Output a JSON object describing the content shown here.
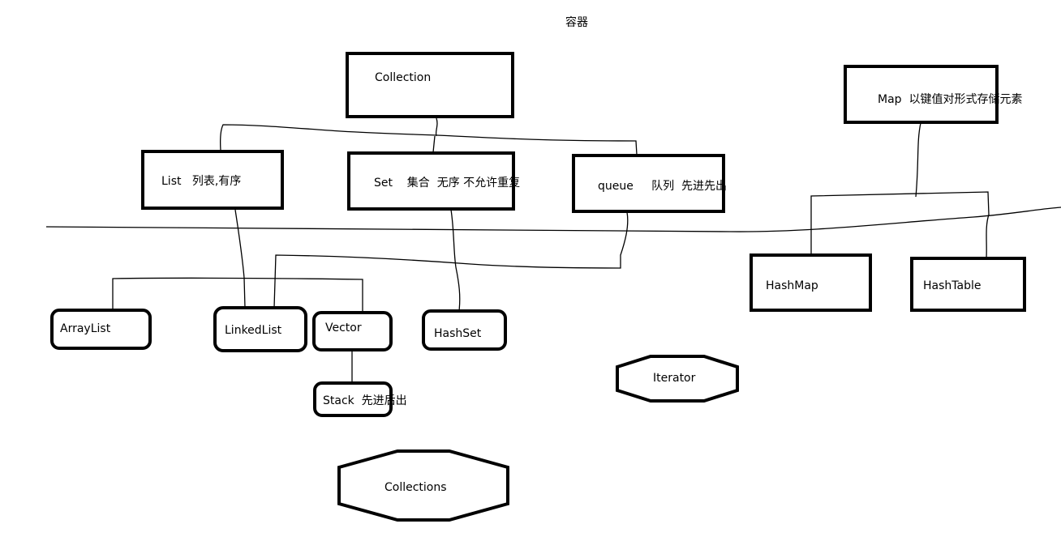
{
  "title": "容器",
  "nodes": {
    "collection": "Collection",
    "list": "List   列表,有序",
    "set": "Set    集合  无序 不允许重复",
    "queue": "queue     队列  先进先出",
    "map": "Map  以键值对形式存储元素",
    "arraylist": "ArrayList",
    "linkedlist": "LinkedList",
    "vector": "Vector",
    "hashset": "HashSet",
    "stack": "Stack  先进后出",
    "iterator": "Iterator",
    "collections": "Collections",
    "hashmap": "HashMap",
    "hashtable": "HashTable"
  },
  "colors": {
    "stroke": "#000000",
    "background": "#ffffff"
  }
}
